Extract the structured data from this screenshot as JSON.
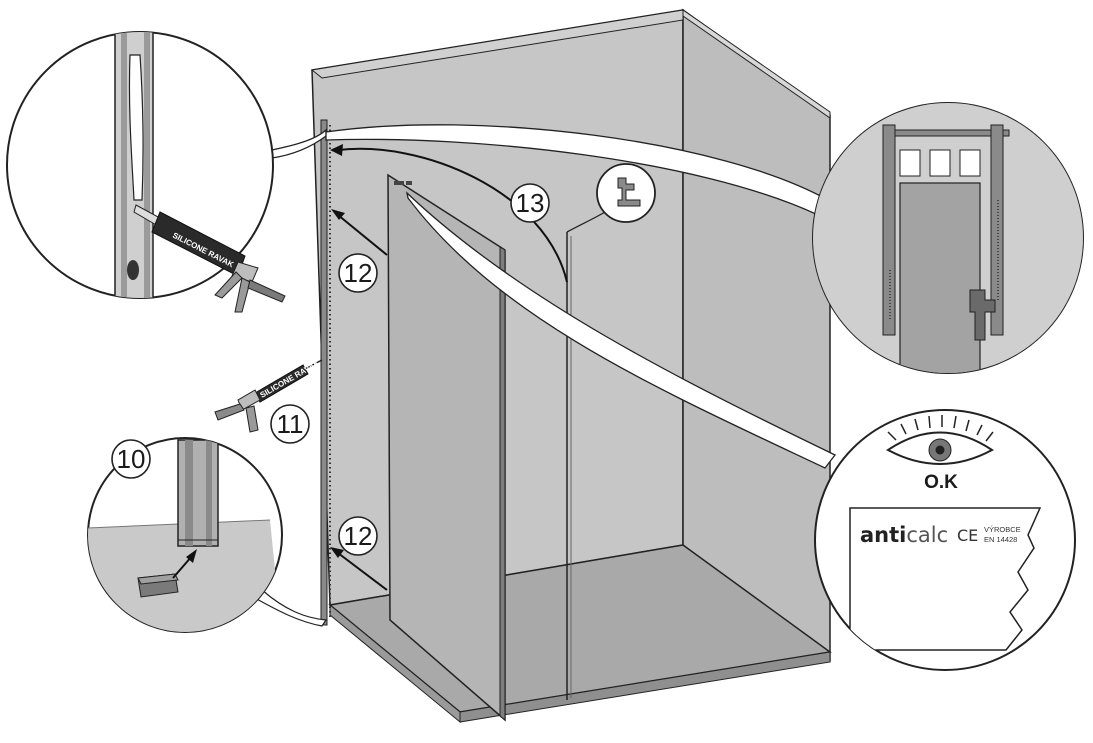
{
  "steps": {
    "step_10": "10",
    "step_11": "11",
    "step_12_top": "12",
    "step_12_bottom": "12",
    "step_13": "13"
  },
  "silicone_gun": {
    "label_top": "SILICONE RAVAK",
    "label_middle": "SILICONE RAVAK"
  },
  "inspection": {
    "ok_label": "O.K",
    "brand_anti": "anti",
    "brand_calc": "calc",
    "ce_mark": "CE",
    "maker_line1": "VÝROBCE",
    "maker_line2": "EN 14428"
  },
  "colors": {
    "wall_gray": "#c4c4c4",
    "glass_gray": "#b3b3b3",
    "floor_gray": "#a8a8a8",
    "outline": "#222222",
    "callout_bg": "#d2d2d2"
  },
  "icons": {
    "seal_profile": "seal-profile-icon",
    "eye": "eye-icon",
    "silicone_gun": "silicone-gun-icon"
  }
}
